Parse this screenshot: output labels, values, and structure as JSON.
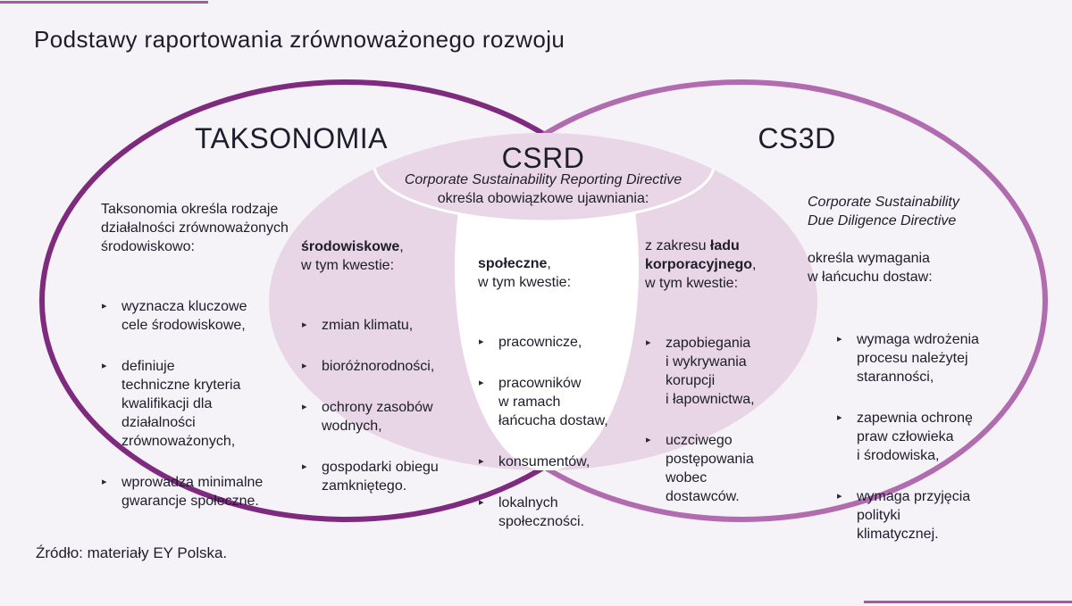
{
  "title": "Podstawy raportowania zrównoważonego rozwoju",
  "colors": {
    "background": "#f6f3f8",
    "accent_bar": "#a05ea0",
    "taksonomia_stroke": "#7e2a7e",
    "cs3d_stroke": "#b06cae",
    "csrd_fill": "#e8d5e6",
    "csrd_cap_fill": "#e9d7e7",
    "center_fill": "#ffffff",
    "text": "#1d1d2b"
  },
  "icons": {
    "bullet": "▸"
  },
  "taksonomia": {
    "heading": "TAKSONOMIA",
    "intro": "Taksonomia określa rodzaje\ndziałalności zrównoważonych\nśrodowiskowo:",
    "bullets": [
      "wyznacza kluczowe\ncele środowiskowe,",
      "definiuje\ntechniczne kryteria\nkwalifikacji dla\ndziałalności\nzrównoważonych,",
      "wprowadza minimalne\ngwarancje społeczne."
    ]
  },
  "csrd": {
    "heading": "CSRD",
    "full_name": "Corporate Sustainability Reporting Directive",
    "description": "określa obowiązkowe ujawniania:",
    "columns": [
      {
        "prefix": "",
        "bold": "środowiskowe",
        "suffix": ",\nw tym kwestie:",
        "bullets": [
          "zmian klimatu,",
          "bioróżnorodności,",
          "ochrony zasobów\nwodnych,",
          "gospodarki obiegu\nzamkniętego."
        ]
      },
      {
        "prefix": "",
        "bold": "społeczne",
        "suffix": ",\nw tym kwestie:",
        "bullets": [
          "pracownicze,",
          "pracowników\nw ramach\nłańcucha dostaw,",
          "konsumentów,",
          "lokalnych\nspołeczności."
        ]
      },
      {
        "prefix": "z zakresu ",
        "bold": "ładu\nkorporacyjnego",
        "suffix": ",\nw tym kwestie:",
        "bullets": [
          "zapobiegania\ni wykrywania\nkorupcji\ni łapownictwa,",
          "uczciwego\npostępowania\nwobec\ndostawców."
        ]
      }
    ]
  },
  "cs3d": {
    "heading": "CS3D",
    "full_name": "Corporate Sustainability\nDue Diligence Directive",
    "intro": "określa wymagania\nw łańcuchu dostaw:",
    "bullets": [
      "wymaga wdrożenia\nprocesu należytej\nstaranności,",
      "zapewnia ochronę\npraw człowieka\ni środowiska,",
      "wymaga przyjęcia\npolityki\nklimatycznej."
    ]
  },
  "source": "Źródło: materiały EY Polska."
}
